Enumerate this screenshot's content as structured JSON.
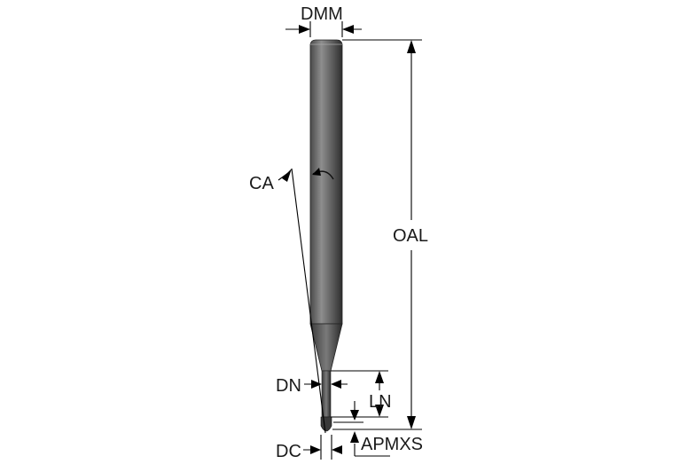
{
  "labels": {
    "dmm": "DMM",
    "ca": "CA",
    "oal": "OAL",
    "dn": "DN",
    "ln": "LN",
    "dc": "DC",
    "apmxs": "APMXS"
  },
  "colors": {
    "tool_dark": "#3a3a3a",
    "tool_light": "#9a9a9a",
    "line": "#000000",
    "text": "#1a1a1a"
  }
}
